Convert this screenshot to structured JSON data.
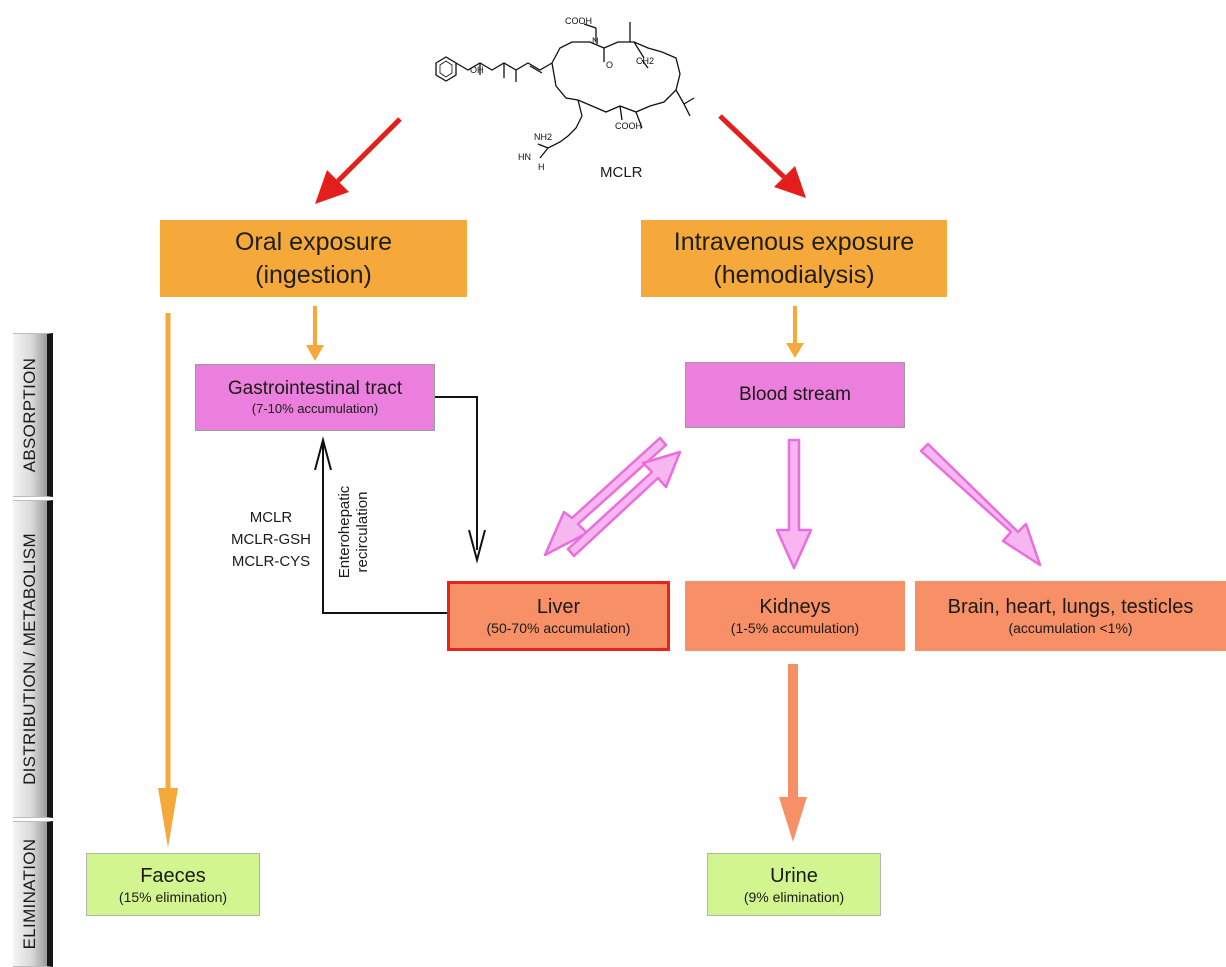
{
  "molecule": {
    "name": "MCLR",
    "groups": [
      "COOH",
      "OH",
      "CH2",
      "NH2",
      "HN",
      "H",
      "N",
      "O",
      "COOH"
    ]
  },
  "exposure": {
    "oral": {
      "line1": "Oral exposure",
      "line2": "(ingestion)"
    },
    "intravenous": {
      "line1": "Intravenous exposure",
      "line2": "(hemodialysis)"
    }
  },
  "absorption": {
    "gi": {
      "title": "Gastrointestinal tract",
      "sub": "(7-10% accumulation)"
    },
    "blood": {
      "title": "Blood stream"
    }
  },
  "distribution": {
    "liver": {
      "title": "Liver",
      "sub": "(50-70% accumulation)"
    },
    "kidneys": {
      "title": "Kidneys",
      "sub": "(1-5% accumulation)"
    },
    "other": {
      "title": "Brain, heart, lungs, testicles",
      "sub": "(accumulation <1%)"
    }
  },
  "elimination": {
    "faeces": {
      "title": "Faeces",
      "sub": "(15% elimination)"
    },
    "urine": {
      "title": "Urine",
      "sub": "(9% elimination)"
    }
  },
  "recirculation": {
    "metabolites": [
      "MCLR",
      "MCLR-GSH",
      "MCLR-CYS"
    ],
    "label_line1": "Enterohepatic",
    "label_line2": "recirculation"
  },
  "stages": [
    "ABSORPTION",
    "DISTRIBUTION / METABOLISM",
    "ELIMINATION"
  ],
  "colors": {
    "red_arrow": "#e31e1c",
    "orange_arrow": "#f5a93b",
    "pink_arrow": "#f089e4",
    "salmon_arrow": "#f79066",
    "black_arrow": "#111111"
  }
}
